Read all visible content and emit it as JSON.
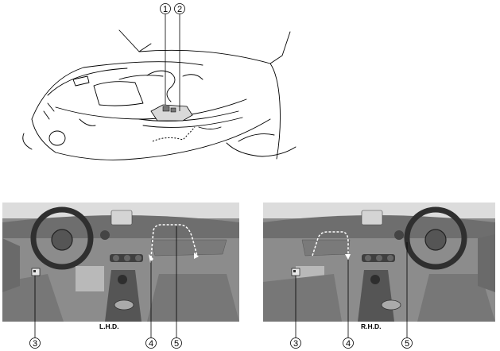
{
  "engine_callouts": [
    "1",
    "2"
  ],
  "lhd": {
    "label": "L.H.D.",
    "callouts": [
      "3",
      "4",
      "5"
    ]
  },
  "rhd": {
    "label": "R.H.D.",
    "callouts": [
      "3",
      "4",
      "5"
    ]
  }
}
